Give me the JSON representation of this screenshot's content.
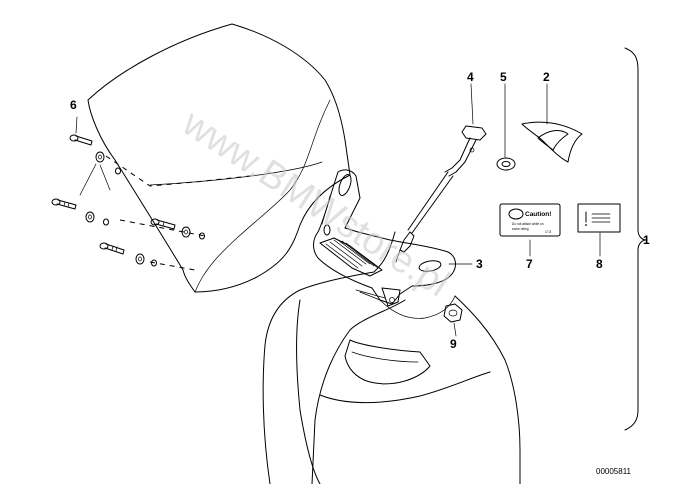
{
  "watermark": "www.BMWstore.pl",
  "doc_id": "00005811",
  "callouts": {
    "c1": "1",
    "c2": "2",
    "c3": "3",
    "c4": "4",
    "c5": "5",
    "c6": "6",
    "c7": "7",
    "c8": "8",
    "c9": "9"
  },
  "caution_label": {
    "title": "Caution!",
    "line1": "Do not attach while on",
    "line2": "some riding",
    "line3": "17.8"
  }
}
